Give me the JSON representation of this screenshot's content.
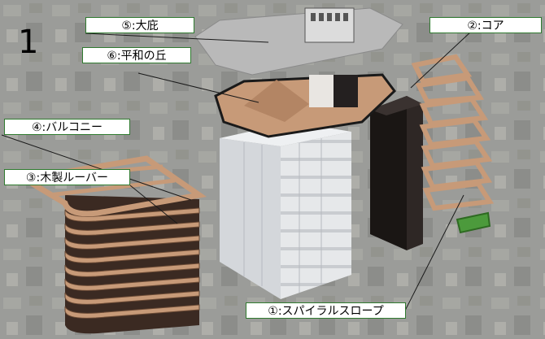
{
  "figure_number": "1",
  "labels": {
    "roof": "⑤:大庇",
    "core": "②:コア",
    "peace_hill": "⑥:平和の丘",
    "balcony": "④:バルコニー",
    "louver": "③:木製ルーバー",
    "spiral_slope": "①:スパイラルスロープ"
  },
  "colors": {
    "background": "#8c8c88",
    "label_border": "#2f7a2f",
    "wood": "#c79a78",
    "core": "#241f1d",
    "structure": "#e8eaec",
    "roof": "#b4b4b4"
  }
}
